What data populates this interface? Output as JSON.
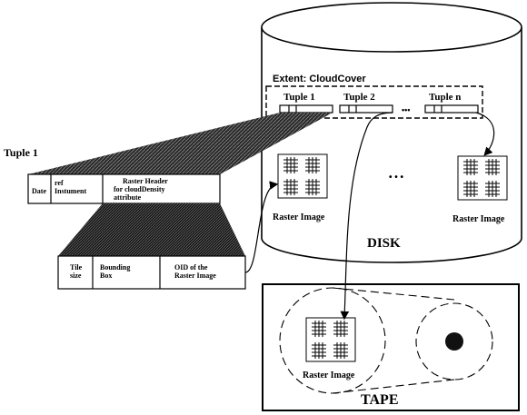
{
  "extent_label": "Extent: CloudCover",
  "tuples": [
    "Tuple 1",
    "Tuple 2",
    "Tuple  n"
  ],
  "ellipsis": "•••",
  "disk_ellipsis": "• • •",
  "tuple_detail_title": "Tuple 1",
  "tuple_fields": {
    "date": "Date",
    "ref_line1": "ref",
    "ref_line2": "Instument",
    "header_line1": "Raster Header",
    "header_line2": "for cloudDensity",
    "header_line3": "attribute"
  },
  "header_fields": {
    "tile_line1": "Tile",
    "tile_line2": "size",
    "bbox_line1": "Bounding",
    "bbox_line2": "Box",
    "oid_line1": "OID of the",
    "oid_line2": "Raster Image"
  },
  "raster_label": "Raster Image",
  "disk_label": "DISK",
  "tape_label": "TAPE"
}
